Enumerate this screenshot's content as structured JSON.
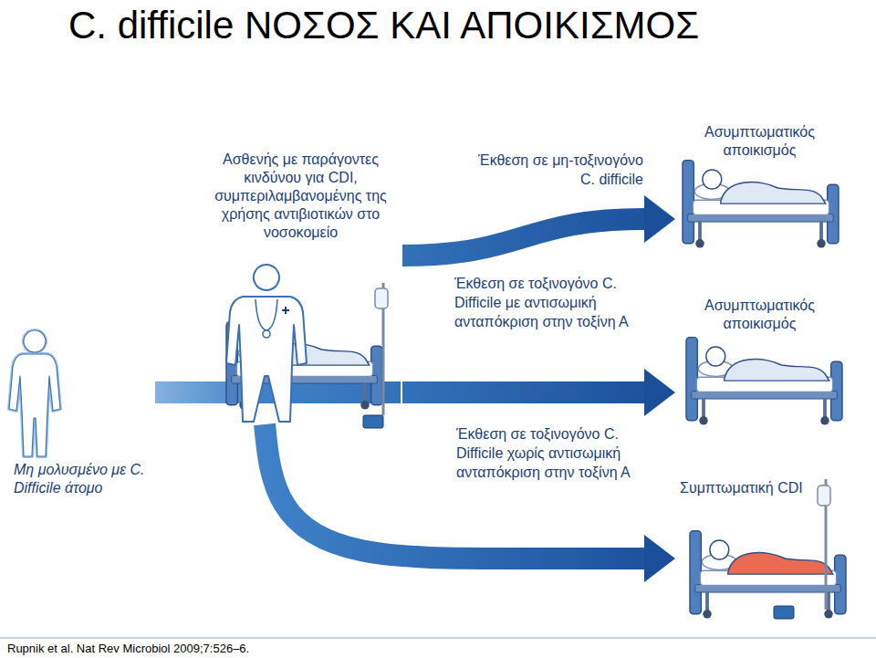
{
  "diagram": {
    "title": "C. difficile ΝΟΣΟΣ ΚΑΙ ΑΠΟΙΚΙΣΜΟΣ",
    "caption": "Rupnik et al. Nat Rev Microbiol 2009;7:526–6.",
    "nodes": [
      {
        "text": [
          "Μη μολυσμένο με C. Difficile άτομο"
        ]
      },
      {
        "text": [
          "Ασθενής με παράγοντες κινδύνου για CDI, συμπεριλαμβανομένης της χρήσης αντιβιοτικών στο νοσοκομείο"
        ]
      },
      {
        "text": [
          "Ασυμπτωματικός αποικισμός"
        ]
      },
      {
        "text": [
          "Ασυμπτωματικός αποικισμός"
        ]
      },
      {
        "text": [
          "Συμπτωματική CDI"
        ]
      }
    ],
    "edges": [
      {
        "from": 0,
        "to": 1,
        "arrow": "none"
      },
      {
        "from": 1,
        "to": 2,
        "arrow": "to",
        "label": "Έκθεση σε μη-τοξινογόνο C. difficile"
      },
      {
        "from": 1,
        "to": 3,
        "arrow": "to",
        "label": "Έκθεση σε τοξινογόνο C. Difficile με αντισωμική ανταπόκριση στην τοξίνη Α"
      },
      {
        "from": 1,
        "to": 4,
        "arrow": "to",
        "label": "Έκθεση σε τοξινογόνο C. Difficile χωρίς αντισωμική ανταπόκριση στην τοξίνη Α"
      }
    ]
  }
}
